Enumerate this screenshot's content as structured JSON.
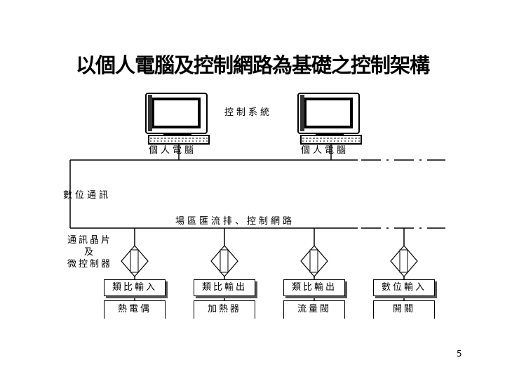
{
  "title": "以個人電腦及控制網路為基礎之控制架構",
  "control_system_label": "控制系統",
  "computers": [
    {
      "label": "個人電腦"
    },
    {
      "label": "個人電腦"
    }
  ],
  "digital_comm_label": "數位通訊",
  "field_bus_label": "場區匯流排、控制網路",
  "comm_chip_lines": [
    "通訊晶片",
    "及",
    "微控制器"
  ],
  "modules": [
    {
      "type": "類比輸入",
      "device": "熱電偶"
    },
    {
      "type": "類比輸出",
      "device": "加熱器"
    },
    {
      "type": "類比輸出",
      "device": "流量閥"
    },
    {
      "type": "數位輸入",
      "device": "開關"
    }
  ],
  "page_number": "5"
}
